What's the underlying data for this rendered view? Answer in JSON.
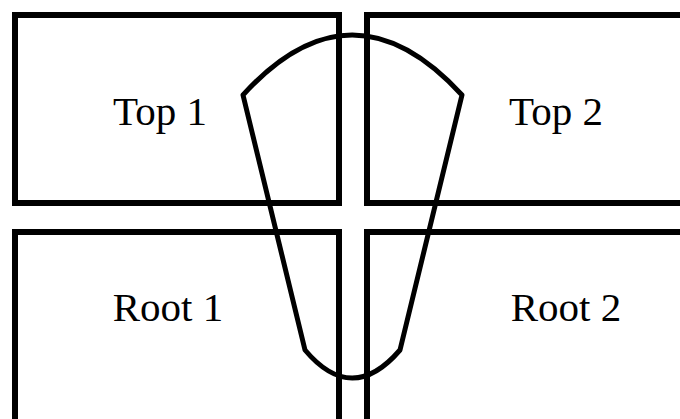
{
  "diagram": {
    "nodes": [
      {
        "text": [
          "Top 1"
        ]
      },
      {
        "text": [
          "Top 2"
        ]
      },
      {
        "text": [
          "Root 1"
        ]
      },
      {
        "text": [
          "Root 2"
        ]
      }
    ]
  }
}
